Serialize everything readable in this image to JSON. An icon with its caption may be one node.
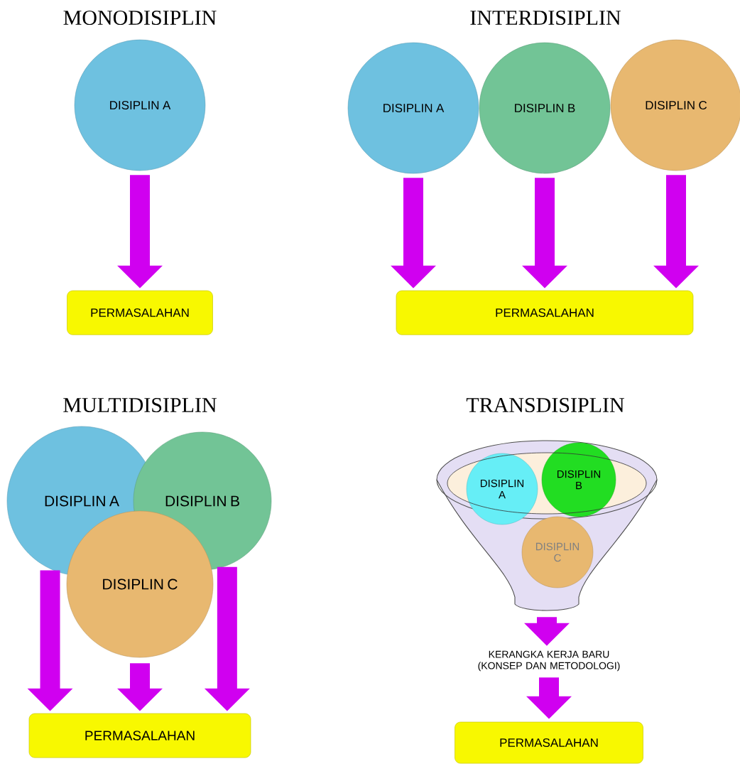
{
  "diagram": {
    "nodes": [
      {
        "text": [
          "DISIPLIN A"
        ]
      },
      {
        "text": [
          "PERMASALAHAN"
        ]
      },
      {
        "text": [
          "DISIPLIN A"
        ]
      },
      {
        "text": [
          "DISIPLIN B"
        ]
      },
      {
        "text": [
          "DISIPLIN C"
        ]
      },
      {
        "text": [
          "PERMASALAHAN"
        ]
      },
      {
        "text": [
          "DISIPLIN A"
        ]
      },
      {
        "text": [
          "DISIPLIN B"
        ]
      },
      {
        "text": [
          "DISIPLIN C"
        ]
      },
      {
        "text": [
          "PERMASALAHAN"
        ]
      },
      {
        "text": [],
        "shape": "funnel"
      },
      {
        "text": [
          "DISIPLIN A"
        ],
        "in": 10
      },
      {
        "text": [
          "DISIPLIN B"
        ],
        "in": 10
      },
      {
        "text": [
          "DISIPLIN C"
        ],
        "in": 10
      },
      {
        "text": [
          "KERANGKA KERJA BARU (KONSEP DAN METODOLOGI)"
        ]
      },
      {
        "text": [
          "PERMASALAHAN"
        ]
      }
    ],
    "edges": [
      {
        "from": 0,
        "to": 1,
        "arrow": "to"
      },
      {
        "from": 2,
        "to": 5,
        "arrow": "to"
      },
      {
        "from": 3,
        "to": 5,
        "arrow": "to"
      },
      {
        "from": 4,
        "to": 5,
        "arrow": "to"
      },
      {
        "from": 6,
        "to": 9,
        "arrow": "to"
      },
      {
        "from": 8,
        "to": 9,
        "arrow": "to"
      },
      {
        "from": 7,
        "to": 9,
        "arrow": "to"
      },
      {
        "from": 10,
        "to": 14,
        "arrow": "to"
      },
      {
        "from": 14,
        "to": 15,
        "arrow": "to"
      }
    ],
    "labels": [
      "MONODISIPLIN",
      "INTERDISIPLIN",
      "MULTIDISIPLIN",
      "TRANSDISIPLIN"
    ]
  }
}
